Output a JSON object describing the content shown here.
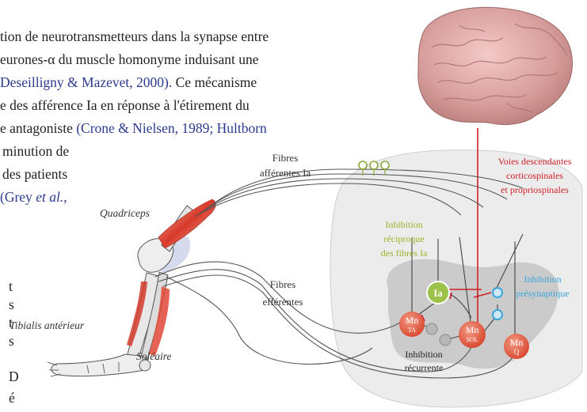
{
  "text": {
    "line1": "tion de neurotransmetteurs dans la synapse entre",
    "line2": "eurones-α du muscle homonyme induisant une",
    "line3_cite": "Deseilligny & Mazevet, 2000).",
    "line3_text": " Ce mécanisme",
    "line4": "e des afférence Ia en réponse à l'étirement du",
    "line5_text": "e antagoniste ",
    "line5_cite": "(Crone & Nielsen, 1989; Hultborn",
    "line6": "minution de",
    "line7": "des patients",
    "line8_cite_a": "Grey ",
    "line8_cite_b": "et al.",
    "line8_cite_c": ",",
    "left_frag": [
      "t",
      "s",
      "t",
      "s",
      "D",
      "é"
    ]
  },
  "diagram": {
    "afferent_label": [
      "Fibres",
      "afférentes Ia"
    ],
    "efferent_label": [
      "Fibres",
      "efférentes"
    ],
    "quadriceps": "Quadriceps",
    "tibialis": "Tibialis antérieur",
    "soleus": "Soléaire",
    "descending": [
      "Voies descendantes",
      "corticospinales",
      "et propriospinales"
    ],
    "reciprocal": [
      "Inhibition",
      "réciproque",
      "des fibres Ia"
    ],
    "presynaptic": [
      "Inhibition",
      "présynaptique"
    ],
    "recurrent": [
      "Inhibition",
      "récurrente"
    ],
    "neuron_ia": "Ia",
    "mn_ta": [
      "Mn",
      "TA"
    ],
    "mn_sol": [
      "Mn",
      "SOL"
    ],
    "mn_q": [
      "Mn",
      "Q"
    ]
  },
  "colors": {
    "citation": "#2b3a8f",
    "descending": "#d0202a",
    "reciprocal": "#9bb428",
    "presynaptic": "#3aa6d8",
    "motoneuron": "#e0533c",
    "ia_neuron": "#9cc24a",
    "spinal_cord": "#ececec",
    "grey_matter": "#c9c9c9"
  }
}
